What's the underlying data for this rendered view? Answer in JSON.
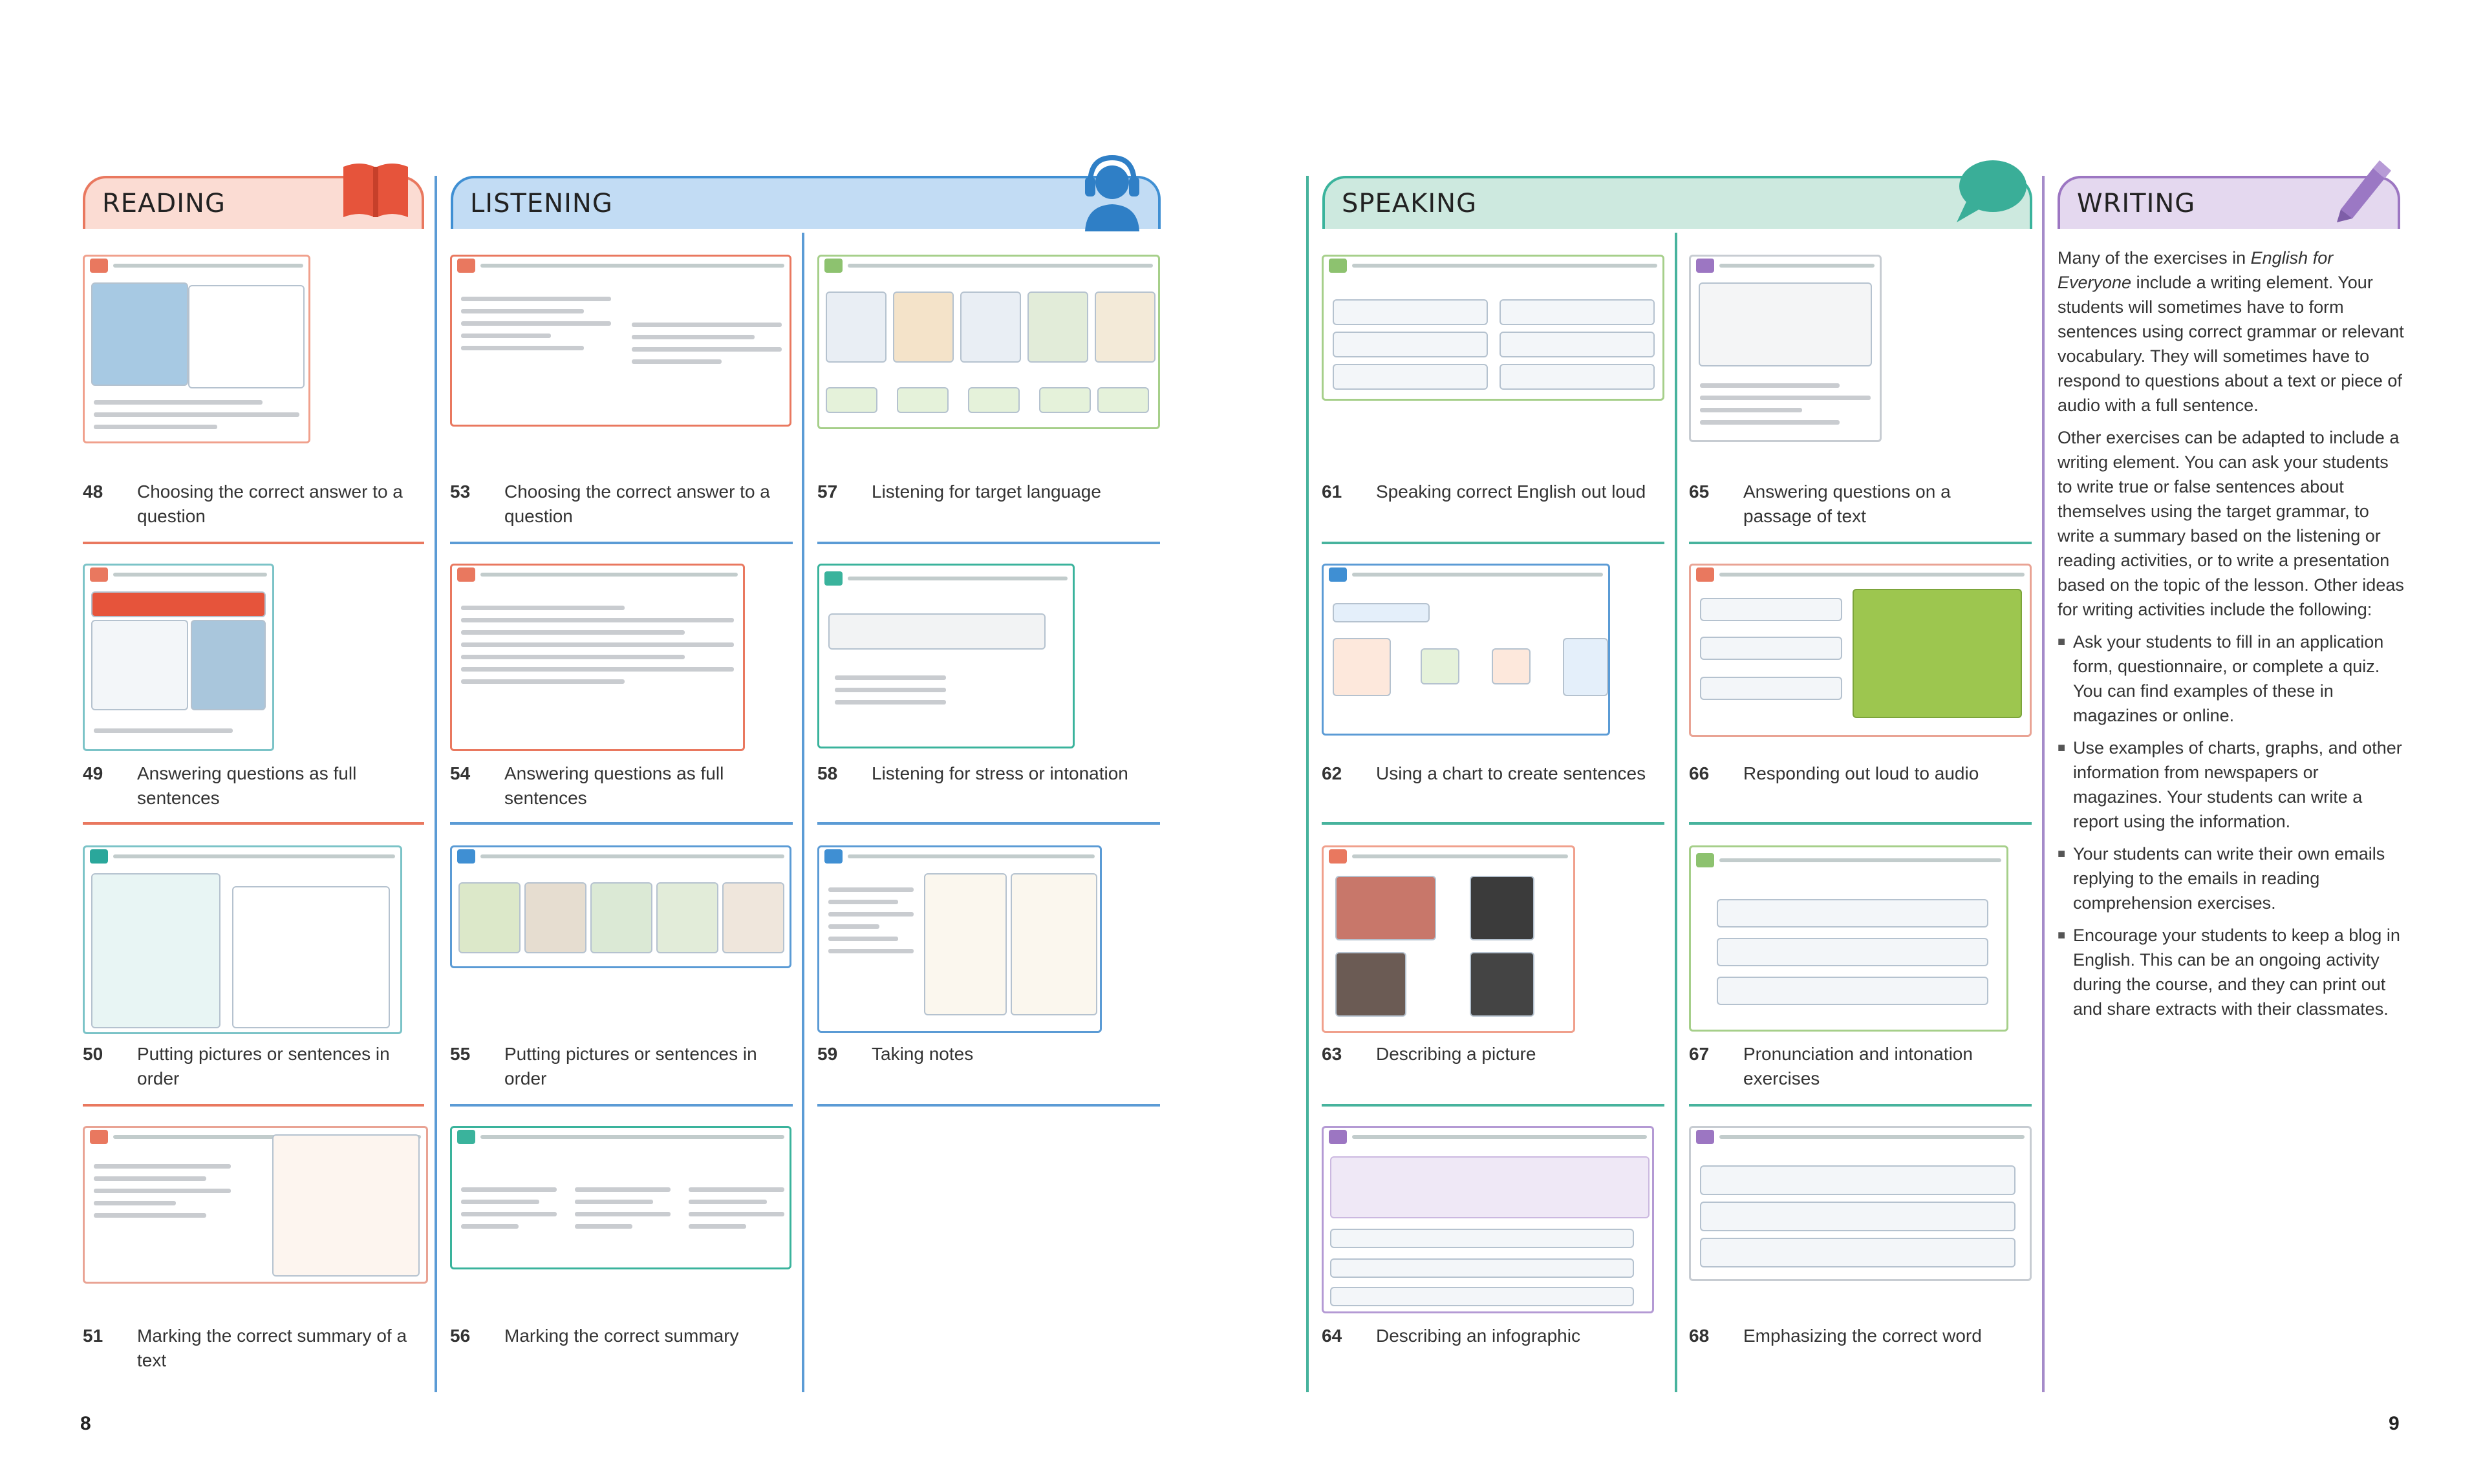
{
  "headers": {
    "reading": "READING",
    "listening": "LISTENING",
    "speaking": "SPEAKING",
    "writing": "WRITING"
  },
  "colors": {
    "reading": "#e9785f",
    "listening": "#3f8fd3",
    "speaking": "#3ab39c",
    "writing": "#9c76c2"
  },
  "icons": {
    "reading": "book-icon",
    "listening": "headphones-person-icon",
    "speaking": "speech-bubble-icon",
    "writing": "pencil-icon"
  },
  "reading": [
    {
      "num": "48",
      "text": "Choosing the correct answer to a question"
    },
    {
      "num": "49",
      "text": "Answering questions as full sentences"
    },
    {
      "num": "50",
      "text": "Putting pictures or sentences in order"
    },
    {
      "num": "51",
      "text": "Marking the correct summary of a text"
    }
  ],
  "listening_a": [
    {
      "num": "53",
      "text": "Choosing the correct answer to a question"
    },
    {
      "num": "54",
      "text": "Answering questions as full sentences"
    },
    {
      "num": "55",
      "text": "Putting pictures or sentences in order"
    },
    {
      "num": "56",
      "text": "Marking the correct summary"
    }
  ],
  "listening_b": [
    {
      "num": "57",
      "text": "Listening for target language"
    },
    {
      "num": "58",
      "text": "Listening for stress or intonation"
    },
    {
      "num": "59",
      "text": "Taking notes"
    }
  ],
  "speaking_a": [
    {
      "num": "61",
      "text": "Speaking correct English out loud"
    },
    {
      "num": "62",
      "text": "Using a chart to create sentences"
    },
    {
      "num": "63",
      "text": "Describing a picture"
    },
    {
      "num": "64",
      "text": "Describing an infographic"
    }
  ],
  "speaking_b": [
    {
      "num": "65",
      "text": "Answering questions on a passage of text"
    },
    {
      "num": "66",
      "text": "Responding out loud to audio"
    },
    {
      "num": "67",
      "text": "Pronunciation and intonation exercises"
    },
    {
      "num": "68",
      "text": "Emphasizing the correct word"
    }
  ],
  "writing": {
    "p1_pre": "Many of the exercises in ",
    "p1_em": "English for Everyone",
    "p1_post": " include a writing element. Your students will sometimes have to form sentences using correct grammar or relevant vocabulary. They will sometimes have to respond to questions about a text or piece of audio with a full sentence.",
    "p2": "Other exercises can be adapted to include a writing element. You can ask your students to write true or false sentences about themselves using the target grammar, to write a summary based on the listening or reading activities, or to write a presentation based on the topic of the lesson. Other ideas for writing activities include the following:",
    "bullets": [
      "Ask your students to fill in an application form, questionnaire, or complete a quiz. You can find examples of these in magazines or online.",
      "Use examples of charts, graphs, and other information from newspapers or magazines. Your students can write a report using the information.",
      "Your students can write their own emails replying to the emails in reading comprehension exercises.",
      "Encourage your students to keep a blog in English. This can be an ongoing activity during the course, and they can print out and share extracts with their classmates."
    ]
  },
  "page_numbers": {
    "left": "8",
    "right": "9"
  }
}
